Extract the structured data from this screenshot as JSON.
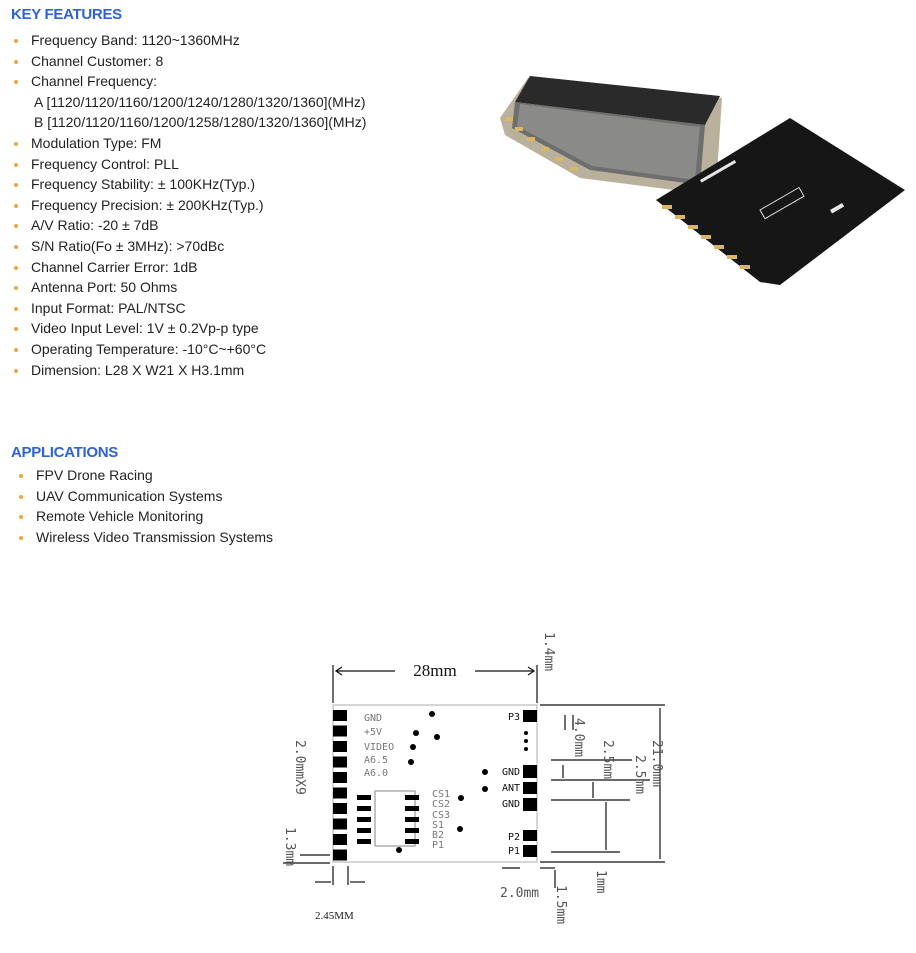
{
  "features": {
    "title": "KEY FEATURES",
    "items": [
      {
        "text": "Frequency Band: 1120~1360MHz",
        "bullet": true
      },
      {
        "text": "Channel Customer: 8",
        "bullet": true
      },
      {
        "text": "Channel Frequency:",
        "bullet": true
      },
      {
        "text": "A [1120/1120/1160/1200/1240/1280/1320/1360](MHz)",
        "bullet": false
      },
      {
        "text": "B [1120/1120/1160/1200/1258/1280/1320/1360](MHz)",
        "bullet": false
      },
      {
        "text": "Modulation Type: FM",
        "bullet": true
      },
      {
        "text": "Frequency Control: PLL",
        "bullet": true
      },
      {
        "text": "Frequency Stability: ± 100KHz(Typ.)",
        "bullet": true
      },
      {
        "text": "Frequency Precision: ± 200KHz(Typ.)",
        "bullet": true
      },
      {
        "text": "A/V Ratio: -20 ± 7dB",
        "bullet": true
      },
      {
        "text": "S/N Ratio(Fo ±  3MHz): >70dBc",
        "bullet": true
      },
      {
        "text": "Channel Carrier Error: 1dB",
        "bullet": true
      },
      {
        "text": "Antenna Port: 50 Ohms",
        "bullet": true
      },
      {
        "text": "Input Format: PAL/NTSC",
        "bullet": true
      },
      {
        "text": "Video Input Level: 1V ± 0.2Vp-p type",
        "bullet": true
      },
      {
        "text": "Operating Temperature: -10°C~+60°C",
        "bullet": true
      },
      {
        "text": "Dimension: L28 X W21 X H3.1mm",
        "bullet": true
      }
    ]
  },
  "applications": {
    "title": "APPLICATIONS",
    "items": [
      "FPV Drone Racing",
      "UAV Communication Systems",
      "Remote Vehicle Monitoring",
      "Wireless Video Transmission Systems"
    ]
  },
  "diagram": {
    "width_label": "28mm",
    "left_pins": [
      "GND",
      "+5V",
      "VIDEO",
      "A6.5",
      "A6.0"
    ],
    "switch_labels": [
      "CS1",
      "CS2",
      "CS3",
      "S1",
      "B2",
      "P1"
    ],
    "right_pins": [
      "P3",
      "GND",
      "ANT",
      "GND",
      "P2",
      "P1"
    ],
    "dims": {
      "top_offset": "1.4mm",
      "p3_spacing": "4.0mm",
      "pitch_a": "2.5mm",
      "pitch_b": "2.5mm",
      "height": "21.0mm",
      "bottom_a": "1mm",
      "bottom_b": "1.5mm",
      "right_pad": "2.0mm",
      "left_pitch": "2.0mmX9",
      "left_bottom": "1.3mm",
      "left_pad": "2.45MM"
    }
  },
  "colors": {
    "heading": "#2f62d8",
    "bullet": "#f2a33a"
  }
}
